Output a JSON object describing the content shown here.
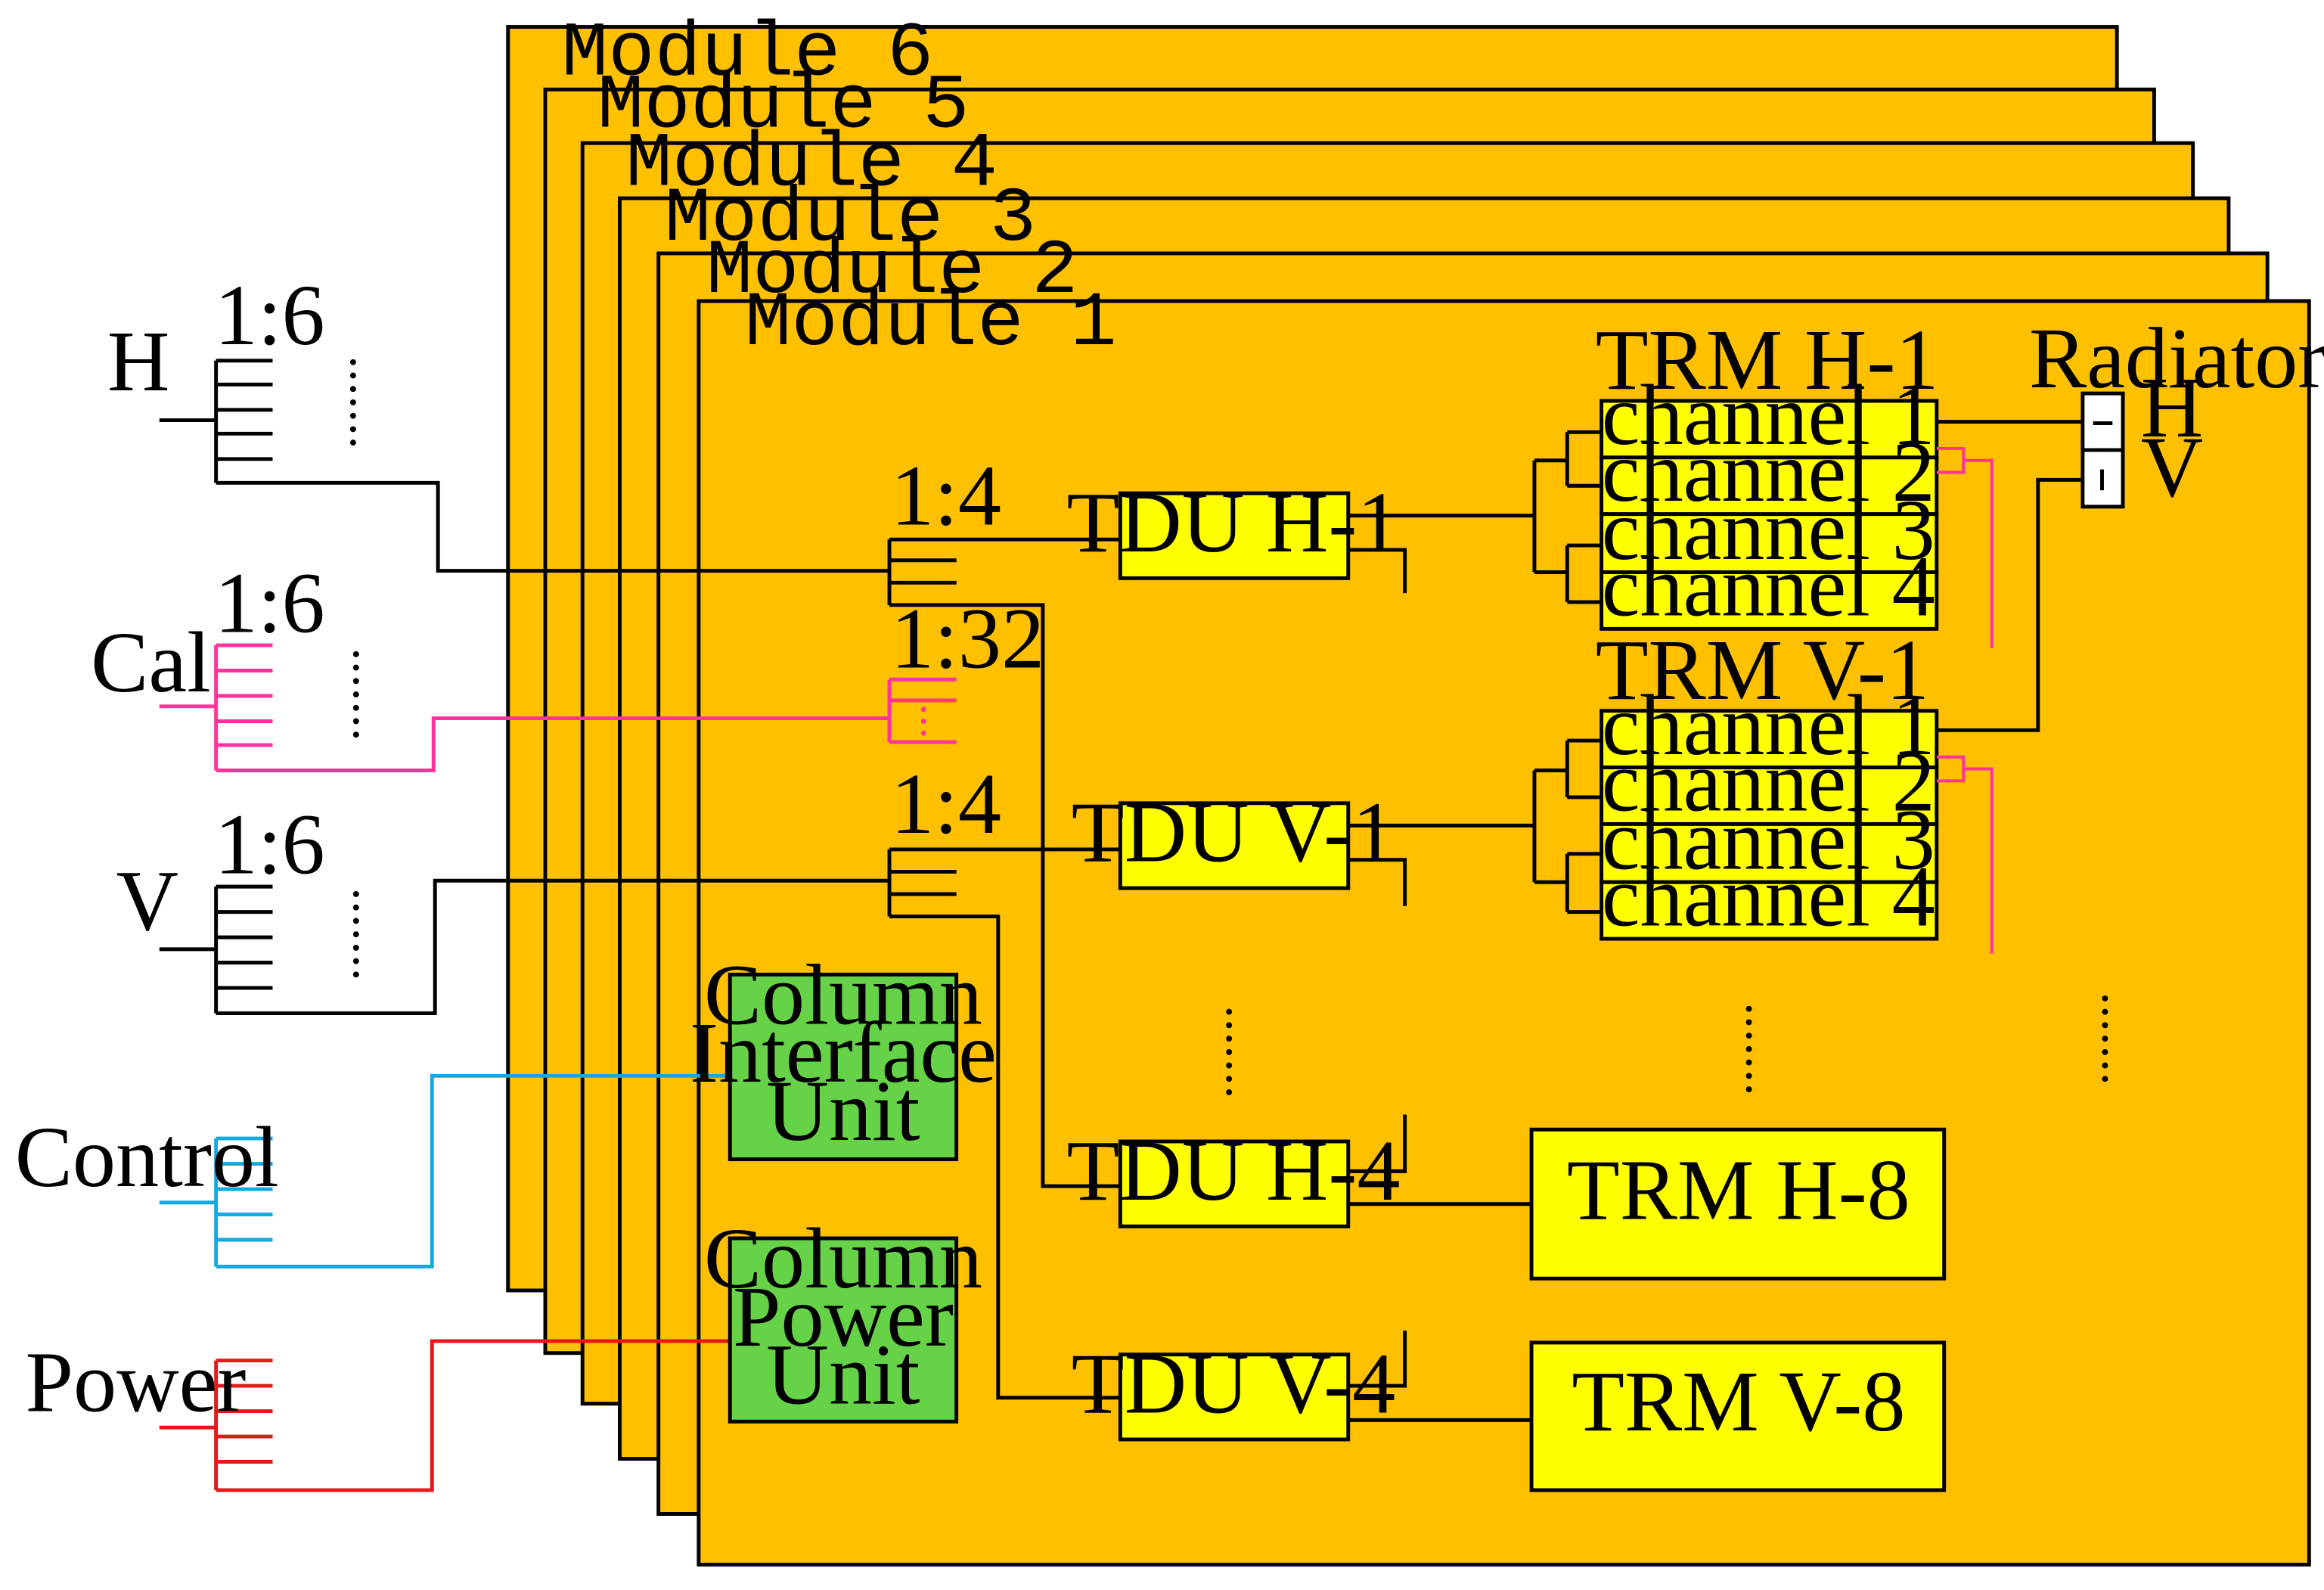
{
  "colors": {
    "module_fill": "#FFC000",
    "block_fill": "#FFFF00",
    "unit_fill": "#66D248",
    "cal_line": "#FF3399",
    "control_line": "#18A8E0",
    "power_line": "#E41A1A",
    "line": "#000000"
  },
  "modules": [
    "Module 6",
    "Module 5",
    "Module 4",
    "Module 3",
    "Module 2",
    "Module 1"
  ],
  "inputs": {
    "h": {
      "label": "H",
      "ratio": "1:6"
    },
    "cal": {
      "label": "Cal",
      "ratio": "1:6"
    },
    "v": {
      "label": "V",
      "ratio": "1:6"
    },
    "control": {
      "label": "Control"
    },
    "power": {
      "label": "Power"
    }
  },
  "splitters": {
    "h": "1:4",
    "cal": "1:32",
    "v": "1:4"
  },
  "tdu": {
    "h1": "TDU H-1",
    "v1": "TDU V-1",
    "h4": "TDU H-4",
    "v4": "TDU V-4"
  },
  "trm": {
    "h1_title": "TRM H-1",
    "v1_title": "TRM V-1",
    "h1_channels": [
      "channel 1",
      "channel 2",
      "channel 3",
      "channel 4"
    ],
    "v1_channels": [
      "channel 1",
      "channel 2",
      "channel 3",
      "channel 4"
    ],
    "h8": "TRM H-8",
    "v8": "TRM V-8"
  },
  "radiator": {
    "title": "Radiator",
    "h": "H",
    "v": "V"
  },
  "units": {
    "ciu": [
      "Column",
      "Interface",
      "Unit"
    ],
    "cpu": [
      "Column",
      "Power",
      "Unit"
    ]
  },
  "icons": {
    "radiator_h": "horizontal-dipole-icon",
    "radiator_v": "vertical-dipole-icon",
    "ellipsis": "vertical-ellipsis-icon"
  }
}
